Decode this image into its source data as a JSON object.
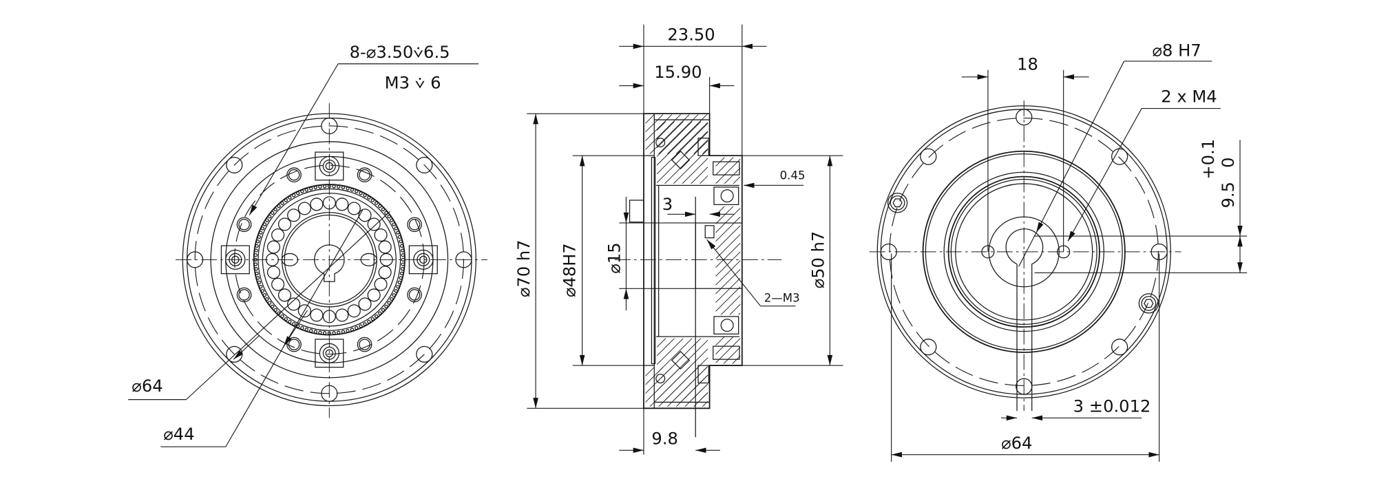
{
  "front_view": {
    "callout_holes_line1": "8-⌀3.50⩒6.5",
    "callout_holes_line2": "M3 ⩒ 6",
    "dim_outer_pcd": "⌀64",
    "dim_inner_pcd": "⌀44"
  },
  "section_view": {
    "dim_overall_length": "23.50",
    "dim_flange_length": "15.90",
    "dim_bottom_length": "9.8",
    "dim_outer_diameter": "⌀70 h7",
    "dim_bore_diameter": "⌀48H7",
    "dim_shaft_diameter": "⌀15",
    "dim_output_diameter": "⌀50 h7",
    "dim_gap": "0.45",
    "dim_step": "3",
    "callout_threads": "2—M3"
  },
  "rear_view": {
    "dim_hole_spacing": "18",
    "callout_bore": "⌀8 H7",
    "callout_threads": "2 x M4",
    "dim_key_height": "9.5",
    "dim_key_tol_upper": "+0.1",
    "dim_key_tol_lower": "0",
    "dim_key_width": "3 ±0.012",
    "dim_pcd": "⌀64"
  }
}
